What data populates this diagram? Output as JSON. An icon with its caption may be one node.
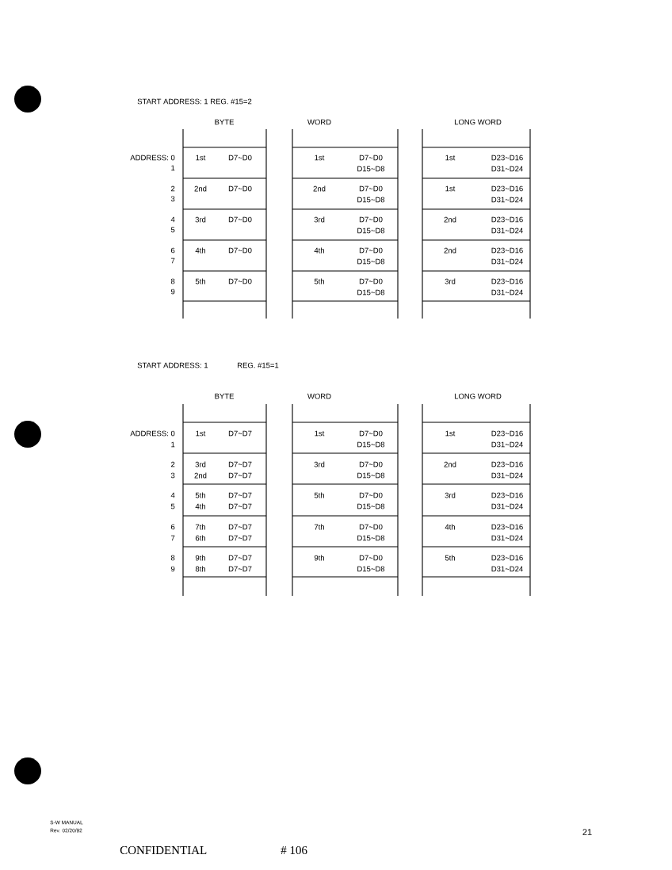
{
  "diagram": {
    "labels": [
      "START ADDRESS: 1 REG. #15=2",
      "BYTE",
      "WORD",
      "LONG WORD",
      "ADDRESS: 0",
      "1",
      "1st",
      "D7~D0",
      "1st",
      "D7~D0",
      "D15~D8",
      "1st",
      "D23~D16",
      "D31~D24",
      "2",
      "3",
      "2nd",
      "D7~D0",
      "2nd",
      "D7~D0",
      "D15~D8",
      "1st",
      "D23~D16",
      "D31~D24",
      "4",
      "5",
      "3rd",
      "D7~D0",
      "3rd",
      "D7~D0",
      "D15~D8",
      "2nd",
      "D23~D16",
      "D31~D24",
      "6",
      "7",
      "4th",
      "D7~D0",
      "4th",
      "D7~D0",
      "D15~D8",
      "2nd",
      "D23~D16",
      "D31~D24",
      "8",
      "9",
      "5th",
      "D7~D0",
      "5th",
      "D7~D0",
      "D15~D8",
      "3rd",
      "D23~D16",
      "D31~D24",
      "START ADDRESS: 1",
      "REG. #15=1",
      "BYTE",
      "WORD",
      "LONG WORD",
      "ADDRESS: 0",
      "1",
      "1st",
      "D7~D7",
      "1st",
      "D7~D0",
      "D15~D8",
      "1st",
      "D23~D16",
      "D31~D24",
      "2",
      "3",
      "3rd",
      "D7~D7",
      "2nd",
      "D7~D7",
      "3rd",
      "D7~D0",
      "D15~D8",
      "2nd",
      "D23~D16",
      "D31~D24",
      "4",
      "5",
      "5th",
      "D7~D7",
      "4th",
      "D7~D7",
      "5th",
      "D7~D0",
      "D15~D8",
      "3rd",
      "D23~D16",
      "D31~D24",
      "6",
      "7",
      "7th",
      "D7~D7",
      "6th",
      "D7~D7",
      "7th",
      "D7~D0",
      "D15~D8",
      "4th",
      "D23~D16",
      "D31~D24",
      "8",
      "9",
      "9th",
      "D7~D7",
      "8th",
      "D7~D7",
      "9th",
      "D7~D0",
      "D15~D8",
      "5th",
      "D23~D16",
      "D31~D24",
      "S-W MANUAL",
      "Rev. 02/20/92",
      "21",
      "CONFIDENTIAL",
      "# 106"
    ]
  }
}
